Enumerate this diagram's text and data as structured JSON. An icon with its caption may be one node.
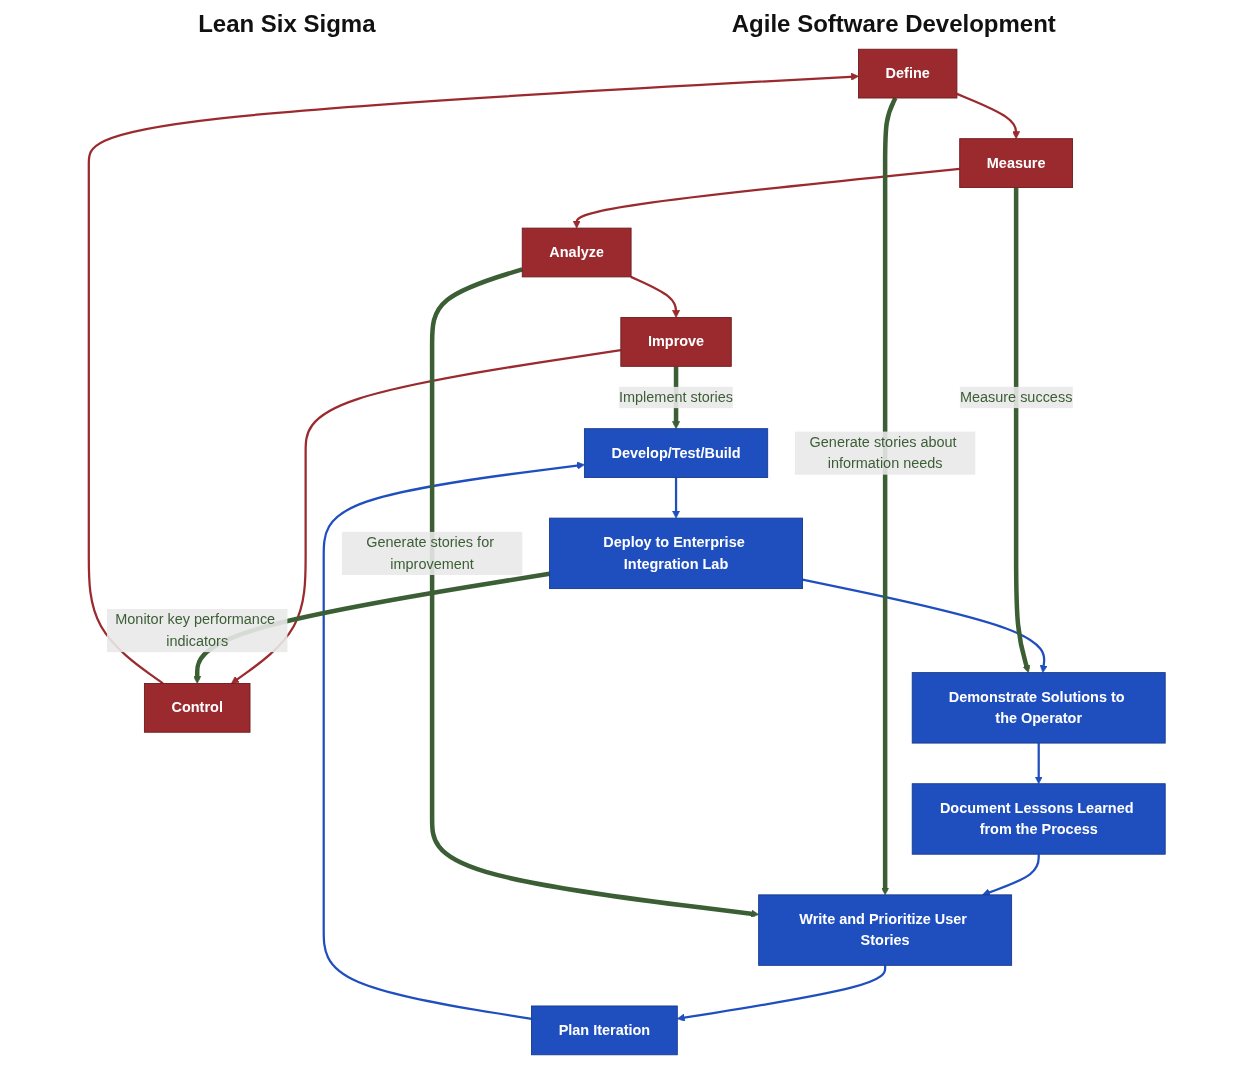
{
  "diagram": {
    "nodes": [
      {
        "text": [
          "Define"
        ]
      },
      {
        "text": [
          "Measure"
        ]
      },
      {
        "text": [
          "Analyze"
        ]
      },
      {
        "text": [
          "Improve"
        ]
      },
      {
        "text": [
          "Control"
        ]
      },
      {
        "text": [
          "Write and Prioritize User Stories"
        ]
      },
      {
        "text": [
          "Plan Iteration"
        ]
      },
      {
        "text": [
          "Develop/Test/Build"
        ]
      },
      {
        "text": [
          "Deploy to Enterprise Integration Lab"
        ]
      },
      {
        "text": [
          "Demonstrate Solutions to the Operator"
        ]
      },
      {
        "text": [
          "Document Lessons Learned from the Process"
        ]
      }
    ],
    "edges": [
      {
        "from": 0,
        "to": 1,
        "arrow": "to",
        "color": "#9b2a2e"
      },
      {
        "from": 1,
        "to": 2,
        "arrow": "to",
        "color": "#9b2a2e"
      },
      {
        "from": 2,
        "to": 3,
        "arrow": "to",
        "color": "#9b2a2e"
      },
      {
        "from": 3,
        "to": 4,
        "arrow": "to",
        "color": "#9b2a2e"
      },
      {
        "from": 4,
        "to": 0,
        "arrow": "to",
        "color": "#9b2a2e"
      },
      {
        "from": 5,
        "to": 6,
        "arrow": "to"
      },
      {
        "from": 6,
        "to": 7,
        "arrow": "to"
      },
      {
        "from": 7,
        "to": 8,
        "arrow": "to"
      },
      {
        "from": 8,
        "to": 9,
        "arrow": "to"
      },
      {
        "from": 9,
        "to": 10,
        "arrow": "to"
      },
      {
        "from": 10,
        "to": 5,
        "arrow": "to"
      },
      {
        "from": 0,
        "to": 5,
        "arrow": "to",
        "label": "Generate stories about information needs",
        "style": "thick",
        "color": "#3b5e35"
      },
      {
        "from": 2,
        "to": 5,
        "arrow": "to",
        "label": "Generate stories for improvement",
        "style": "thick",
        "color": "#3b5e35"
      },
      {
        "from": 1,
        "to": 9,
        "arrow": "to",
        "label": "Measure success",
        "style": "thick",
        "color": "#3b5e35"
      },
      {
        "from": 3,
        "to": 7,
        "arrow": "to",
        "label": "Implement stories",
        "style": "thick",
        "color": "#3b5e35"
      },
      {
        "from": 8,
        "to": 4,
        "arrow": "to",
        "label": "Monitor key performance indicators",
        "style": "thick",
        "color": "#3b5e35"
      }
    ],
    "labels": [
      "Lean Six Sigma",
      "Agile Software Development"
    ]
  }
}
